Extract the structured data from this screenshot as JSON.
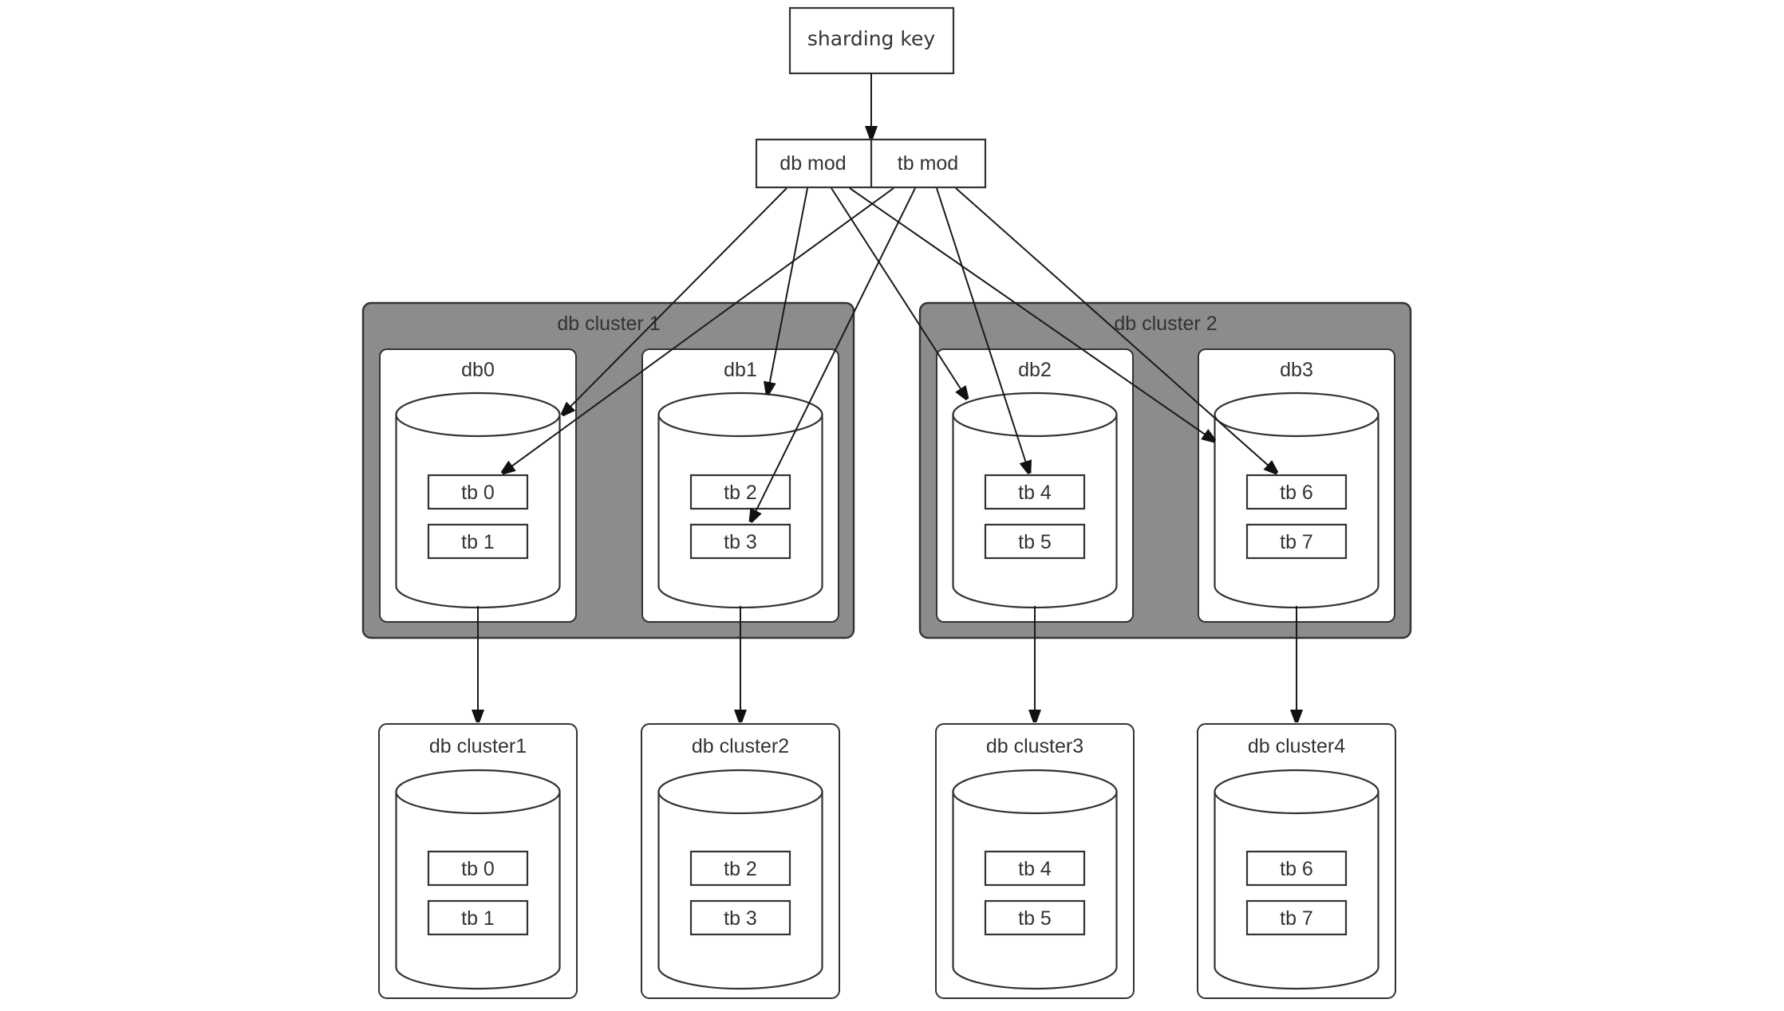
{
  "diagram": {
    "title": "Database sharding: sharding key routed via db mod / tb mod to database clusters",
    "colors": {
      "cluster_fill": "#8c8c8c",
      "stroke": "#333333",
      "background": "#ffffff"
    },
    "sharding_key": {
      "label": "sharding key"
    },
    "router": {
      "db_mod_label": "db mod",
      "tb_mod_label": "tb mod"
    },
    "source_clusters": [
      {
        "label": "db cluster 1",
        "databases": [
          {
            "label": "db0",
            "tables": [
              "tb 0",
              "tb 1"
            ]
          },
          {
            "label": "db1",
            "tables": [
              "tb 2",
              "tb 3"
            ]
          }
        ]
      },
      {
        "label": "db cluster 2",
        "databases": [
          {
            "label": "db2",
            "tables": [
              "tb 4",
              "tb 5"
            ]
          },
          {
            "label": "db3",
            "tables": [
              "tb 6",
              "tb 7"
            ]
          }
        ]
      }
    ],
    "target_clusters": [
      {
        "label": "db cluster1",
        "tables": [
          "tb 0",
          "tb 1"
        ]
      },
      {
        "label": "db cluster2",
        "tables": [
          "tb 2",
          "tb 3"
        ]
      },
      {
        "label": "db cluster3",
        "tables": [
          "tb 4",
          "tb 5"
        ]
      },
      {
        "label": "db cluster4",
        "tables": [
          "tb 6",
          "tb 7"
        ]
      }
    ],
    "edges": [
      {
        "from": "sharding key",
        "to": "db mod / tb mod"
      },
      {
        "from": "db mod",
        "to": "db0"
      },
      {
        "from": "db mod",
        "to": "db1"
      },
      {
        "from": "db mod",
        "to": "db2"
      },
      {
        "from": "db mod",
        "to": "db3"
      },
      {
        "from": "tb mod",
        "to": "tb 0"
      },
      {
        "from": "tb mod",
        "to": "tb 3"
      },
      {
        "from": "tb mod",
        "to": "tb 4"
      },
      {
        "from": "tb mod",
        "to": "tb 6"
      },
      {
        "from": "db0",
        "to": "db cluster1"
      },
      {
        "from": "db1",
        "to": "db cluster2"
      },
      {
        "from": "db2",
        "to": "db cluster3"
      },
      {
        "from": "db3",
        "to": "db cluster4"
      }
    ]
  }
}
